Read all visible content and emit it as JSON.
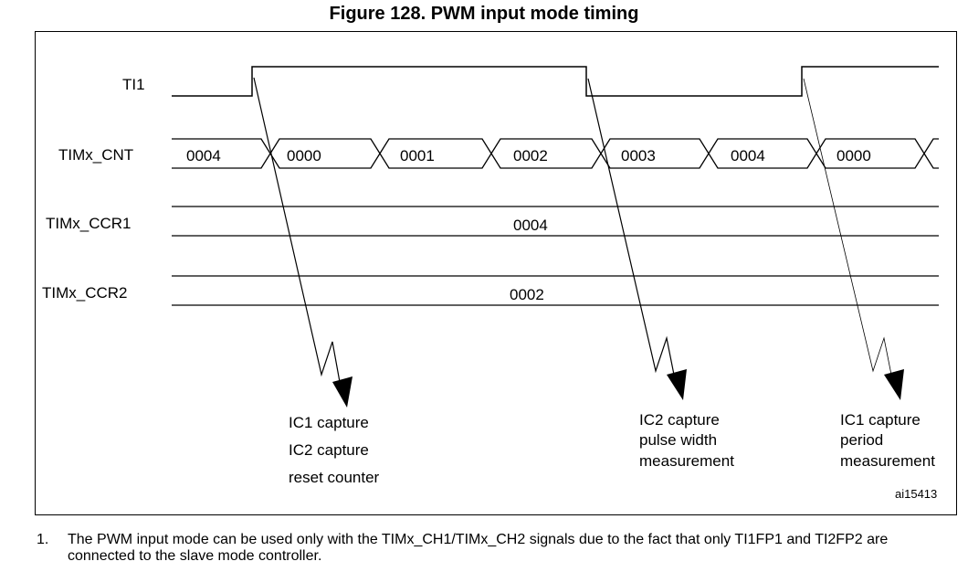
{
  "title": "Figure 128. PWM input mode timing",
  "signals": {
    "ti1": "TI1",
    "cnt": "TIMx_CNT",
    "ccr1": "TIMx_CCR1",
    "ccr2": "TIMx_CCR2"
  },
  "counter_values": [
    "0004",
    "0000",
    "0001",
    "0002",
    "0003",
    "0004",
    "0000"
  ],
  "ccr1_value": "0004",
  "ccr2_value": "0002",
  "annotations": {
    "a1": [
      "IC1 capture",
      "IC2 capture",
      "reset counter"
    ],
    "a2": [
      "IC2 capture",
      "pulse width",
      "measurement"
    ],
    "a3": [
      "IC1 capture",
      "period",
      "measurement"
    ]
  },
  "ref_code": "ai15413",
  "footnote": {
    "number": "1.",
    "text": "The PWM input mode can be used only with the TIMx_CH1/TIMx_CH2 signals due to the fact that only TI1FP1 and TI2FP2 are connected to the slave mode controller."
  }
}
